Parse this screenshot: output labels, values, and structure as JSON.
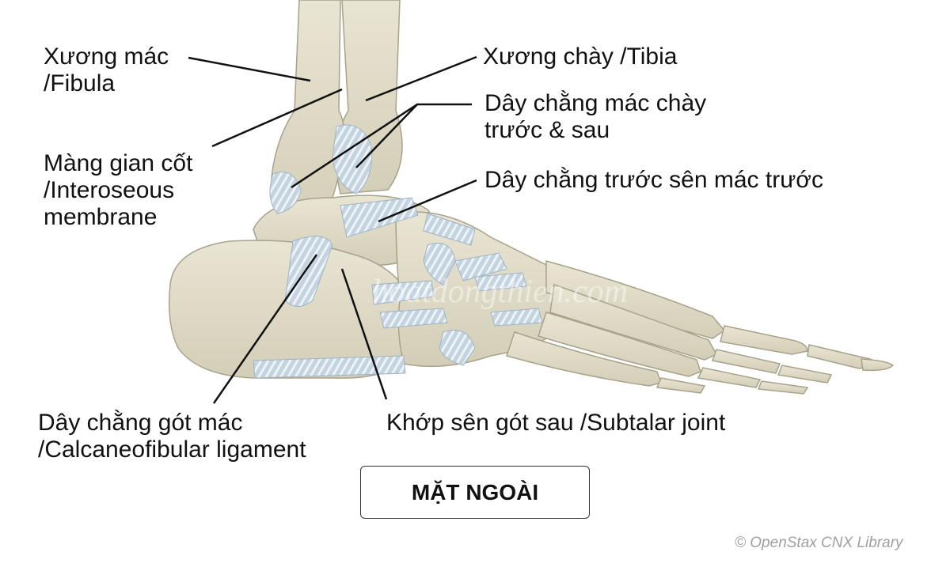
{
  "labels": {
    "fibula": [
      "Xương mác",
      "/Fibula"
    ],
    "tibia": [
      "Xương chày /Tibia"
    ],
    "tibiofibular": [
      "Dây chằng mác chày",
      "trước & sau"
    ],
    "interosseous": [
      "Màng gian cốt",
      "/Interoseous",
      "membrane"
    ],
    "talofibular": [
      "Dây chằng trước sên mác trước"
    ],
    "calcaneofibular": [
      "Dây chằng gót mác",
      "/Calcaneofibular ligament"
    ],
    "subtalar": [
      "Khớp sên gót sau /Subtalar joint"
    ]
  },
  "view_title": "MẶT NGOÀI",
  "credit": "© OpenStax CNX Library",
  "watermark": "hoatdongthien.com",
  "colors": {
    "bone": "#e3dfcc",
    "bone_shadow": "#c9c3ab",
    "bone_outline": "#a8a28a",
    "ligament": "#c4d3e0",
    "ligament_stripe": "#eef3f7",
    "leader_line": "#111111"
  }
}
